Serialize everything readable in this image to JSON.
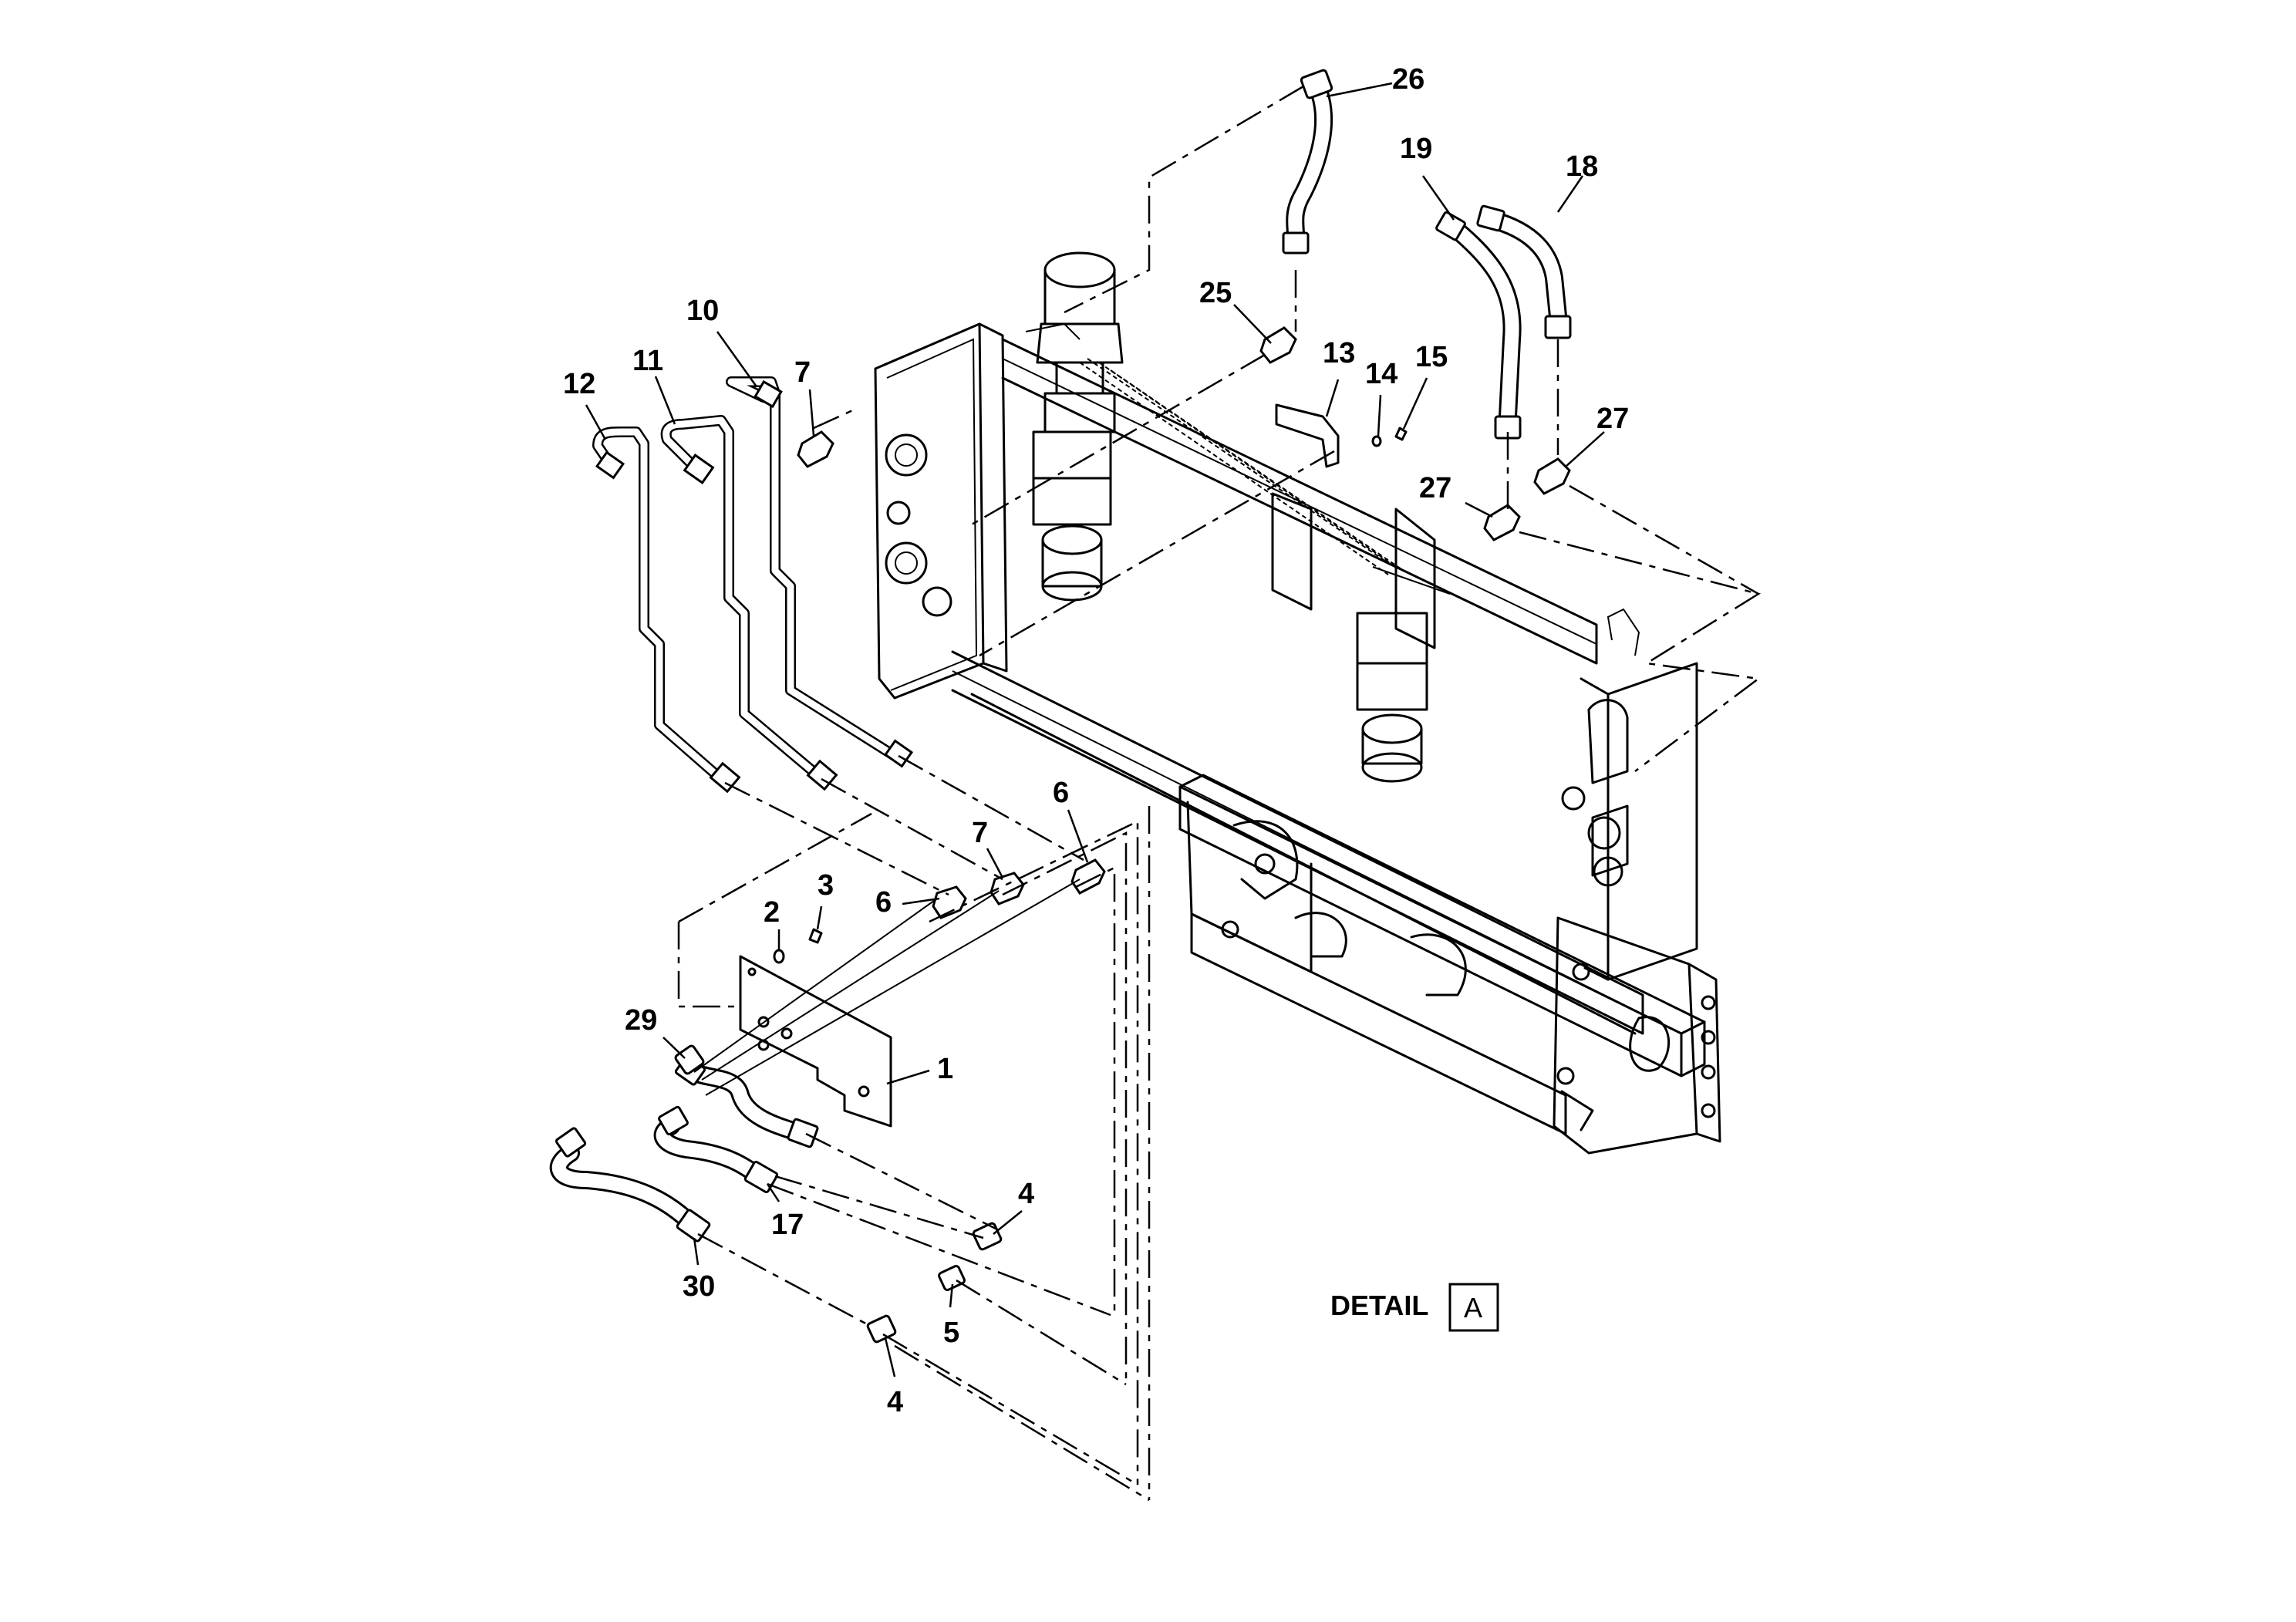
{
  "diagram": {
    "detail_text": "DETAIL",
    "detail_letter": "A",
    "callouts": {
      "c1": "1",
      "c2": "2",
      "c3": "3",
      "c4a": "4",
      "c4b": "4",
      "c5": "5",
      "c6a": "6",
      "c6b": "6",
      "c7a": "7",
      "c7b": "7",
      "c10": "10",
      "c11": "11",
      "c12": "12",
      "c13": "13",
      "c14": "14",
      "c15": "15",
      "c17": "17",
      "c18": "18",
      "c19": "19",
      "c25": "25",
      "c26": "26",
      "c27a": "27",
      "c27b": "27",
      "c29": "29",
      "c30": "30"
    }
  }
}
